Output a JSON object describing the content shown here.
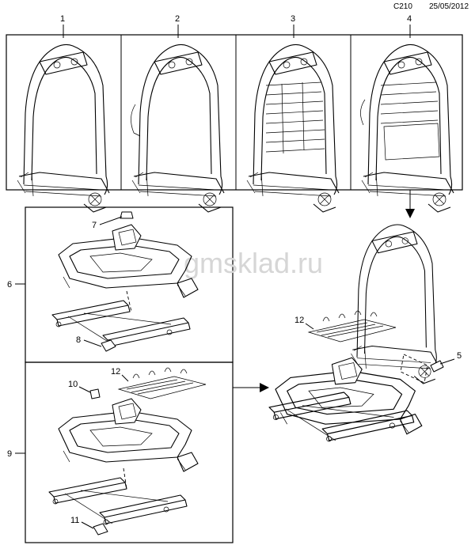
{
  "header": {
    "code": "C210",
    "date": "25/05/2012"
  },
  "watermark": "gmsklad.ru",
  "callouts": [
    "1",
    "2",
    "3",
    "4",
    "5",
    "6",
    "7",
    "8",
    "9",
    "10",
    "11",
    "12"
  ]
}
